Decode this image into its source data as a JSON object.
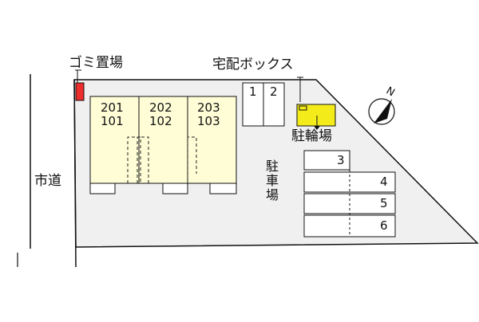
{
  "labels": {
    "garbage": "ゴミ置場",
    "city_road": "市道",
    "delivery_box": "宅配ボックス",
    "bicycle_parking": "駐輪場",
    "parking": "駐車場"
  },
  "units": [
    {
      "upper": "201",
      "lower": "101"
    },
    {
      "upper": "202",
      "lower": "102"
    },
    {
      "upper": "203",
      "lower": "103"
    }
  ],
  "parking_spaces": [
    "1",
    "2",
    "3",
    "4",
    "5",
    "6"
  ],
  "compass": {
    "north_label": "N"
  },
  "colors": {
    "lot": "#f0f0f0",
    "building": "#fefdd6",
    "garbage": "#ee2d2d",
    "bicycle": "#f4ec1a"
  }
}
